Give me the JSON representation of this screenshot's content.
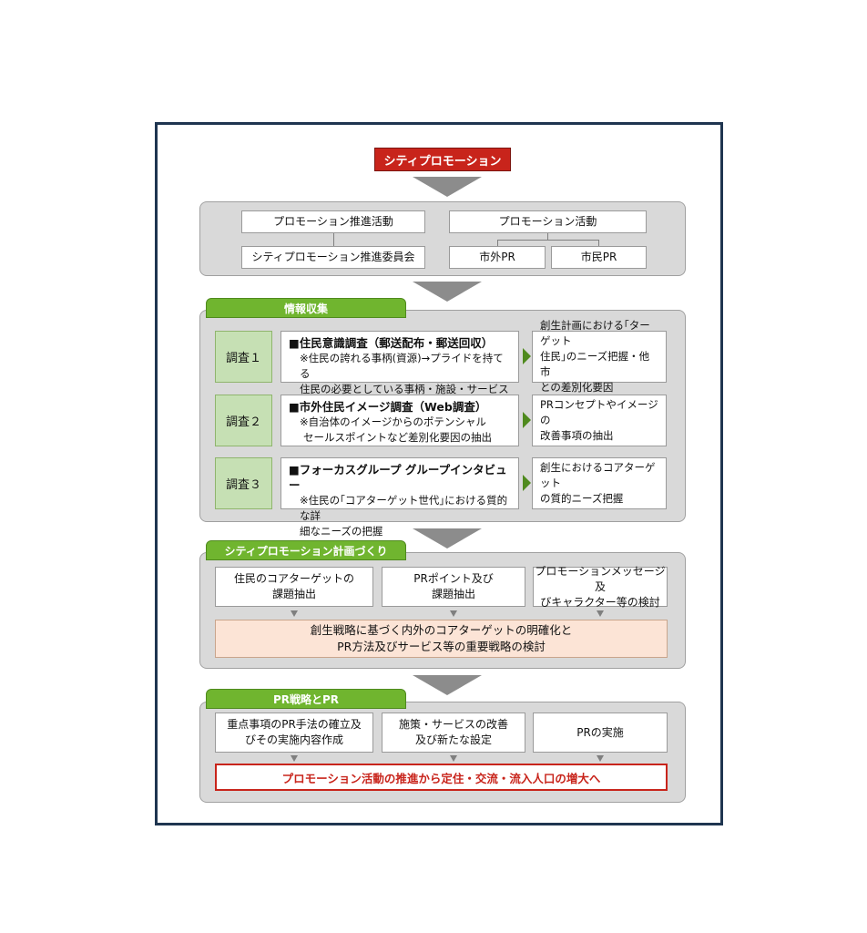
{
  "title": "シティプロモーション",
  "org": {
    "left_top": "プロモーション推進活動",
    "left_bottom": "シティプロモーション推進委員会",
    "right_top": "プロモーション活動",
    "right_bottom_1": "市外PR",
    "right_bottom_2": "市民PR"
  },
  "info": {
    "tab": "情報収集",
    "surveys": [
      {
        "label": "調査１",
        "title": "■住民意識調査（郵送配布・郵送回収）",
        "desc1": "※住民の誇れる事柄(資源)→プライドを持てる",
        "desc2": "住民の必要としている事柄・施設・サービス",
        "result1": "創生計画における｢ターゲット",
        "result2": "住民｣のニーズ把握・他市",
        "result3": "との差別化要因"
      },
      {
        "label": "調査２",
        "title": "■市外住民イメージ調査（Web調査）",
        "desc1": "※自治体のイメージからのポテンシャル",
        "desc2": "セールスポイントなど差別化要因の抽出",
        "result1": "PRコンセプトやイメージの",
        "result2": "改善事項の抽出",
        "result3": ""
      },
      {
        "label": "調査３",
        "title": "■フォーカスグループ グループインタビュー",
        "desc1": "※住民の｢コアターゲット世代｣における質的な詳",
        "desc2": "細なニーズの把握",
        "result1": "創生におけるコアターゲット",
        "result2": "の質的ニーズ把握",
        "result3": ""
      }
    ]
  },
  "plan": {
    "tab": "シティプロモーション計画づくり",
    "box1_line1": "住民のコアターゲットの",
    "box1_line2": "課題抽出",
    "box2_line1": "PRポイント及び",
    "box2_line2": "課題抽出",
    "box3_line1": "プロモーションメッセージ及",
    "box3_line2": "びキャラクター等の検討",
    "result_line1": "創生戦略に基づく内外のコアターゲットの明確化と",
    "result_line2": "PR方法及びサービス等の重要戦略の検討"
  },
  "pr": {
    "tab": "PR戦略とPR",
    "box1_line1": "重点事項のPR手法の確立及",
    "box1_line2": "びその実施内容作成",
    "box2_line1": "施策・サービスの改善",
    "box2_line2": "及び新たな設定",
    "box3": "PRの実施",
    "final": "プロモーション活動の推進から定住・交流・流入人口の増大へ"
  }
}
